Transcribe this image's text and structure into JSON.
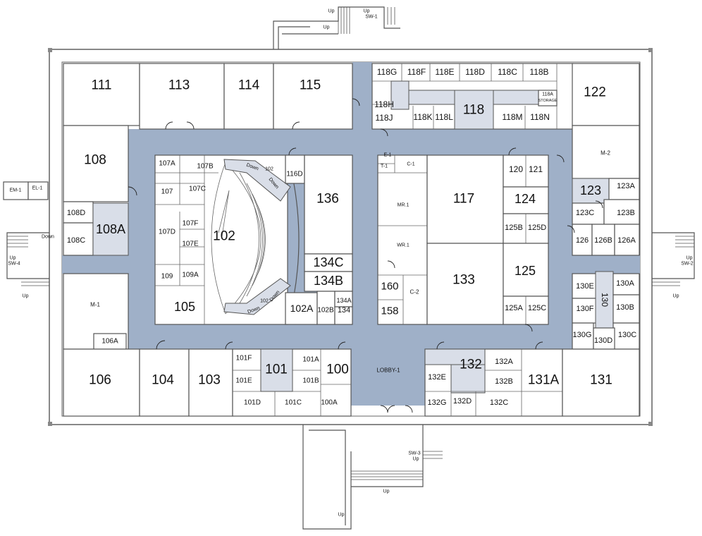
{
  "colors": {
    "corridor": "#9fb0c8",
    "highlight_room": "#d9dee8",
    "room": "#ffffff",
    "wall": "#555555"
  },
  "rooms": {
    "r111": "111",
    "r113": "113",
    "r114": "114",
    "r115": "115",
    "r118G": "118G",
    "r118F": "118F",
    "r118E": "118E",
    "r118D": "118D",
    "r118C": "118C",
    "r118B": "118B",
    "r118H": "118H",
    "r118J": "118J",
    "r118K": "118K",
    "r118L": "118L",
    "r118": "118",
    "r118M": "118M",
    "r118N": "118N",
    "r118A": "118A",
    "storage": "STORAGE",
    "r122": "122",
    "r108": "108",
    "r108D": "108D",
    "r108A": "108A",
    "r108C": "108C",
    "r107A": "107A",
    "r107B": "107B",
    "r107": "107",
    "r107C": "107C",
    "r107D": "107D",
    "r107F": "107F",
    "r107E": "107E",
    "r109": "109",
    "r109A": "109A",
    "r105": "105",
    "r102": "102",
    "r102_top": "102",
    "r102_bottom": "102",
    "down_top_a": "Down",
    "down_top_b": "Down",
    "down_bot_a": "Down",
    "down_bot_b": "Down",
    "r116D": "116D",
    "r136": "136",
    "r134C": "134C",
    "r134B": "134B",
    "r134A": "134A",
    "r134": "134",
    "r102A": "102A",
    "r102B": "102B",
    "e1": "E-1",
    "t1": "T-1",
    "c1": "C-1",
    "mr1": "MR.1",
    "wr1": "WR.1",
    "c2": "C-2",
    "r160": "160",
    "r158": "158",
    "r117": "117",
    "r133": "133",
    "r120": "120",
    "r121": "121",
    "r124": "124",
    "r125B": "125B",
    "r125D": "125D",
    "r125": "125",
    "r125A": "125A",
    "r125C": "125C",
    "m2": "M-2",
    "r123": "123",
    "r123A": "123A",
    "r123C": "123C",
    "r123B": "123B",
    "r126": "126",
    "r126B": "126B",
    "r126A": "126A",
    "r130E": "130E",
    "r130A": "130A",
    "r130": "130",
    "r130F": "130F",
    "r130B": "130B",
    "r130G": "130G",
    "r130D": "130D",
    "r130C": "130C",
    "m1": "M-1",
    "r106A": "106A",
    "r106": "106",
    "r104": "104",
    "r103": "103",
    "r101F": "101F",
    "r101": "101",
    "r101A": "101A",
    "r101E": "101E",
    "r101B": "101B",
    "r101D": "101D",
    "r101C": "101C",
    "r100": "100",
    "r100A": "100A",
    "lobby1": "LOBBY-1",
    "r132": "132",
    "r132A": "132A",
    "r132E": "132E",
    "r132B": "132B",
    "r132G": "132G",
    "r132D": "132D",
    "r132C": "132C",
    "r131A": "131A",
    "r131": "131",
    "em1": "EM-1",
    "el1": "EL-1"
  },
  "stairs": {
    "sw1": "SW-1",
    "sw2": "SW-2",
    "sw3": "SW-3",
    "sw4": "SW-4",
    "up": "Up",
    "down": "Down"
  }
}
